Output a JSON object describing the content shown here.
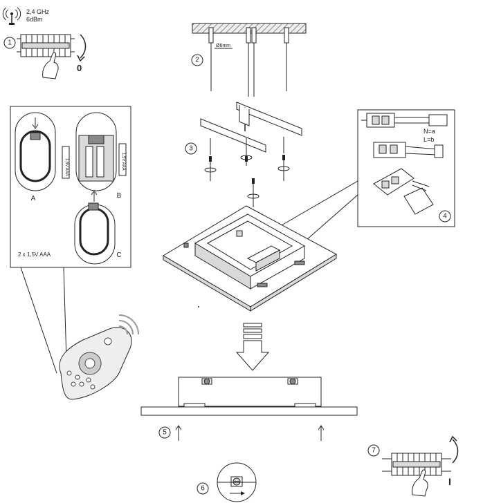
{
  "signal": {
    "frequency": "2,4 GHz",
    "power": "6dBm"
  },
  "steps": {
    "s1": "1",
    "s2": "2",
    "s3": "3",
    "s4": "4",
    "s5": "5",
    "s6": "6",
    "s7": "7"
  },
  "switch_off_symbol": "0",
  "switch_on_symbol": "I",
  "drill_diameter": "Ø6mm",
  "wiring": {
    "neutral": "N=a",
    "live": "L=b"
  },
  "remote_panel": {
    "view_a": "A",
    "view_b": "B",
    "view_c": "C",
    "battery_note": "2 x 1,5V AAA",
    "battery_label_left": "1,5V AAA",
    "battery_label_right": "1,5V AAA"
  },
  "icons": [
    "antenna-icon",
    "terminal-block-icon",
    "hand-icon",
    "rotate-arrow-icon",
    "screwdriver-icon",
    "down-arrow-icon"
  ],
  "colors": {
    "line": "#222222",
    "light_grey": "#d9d9d9",
    "mid_grey": "#888888",
    "background": "#ffffff"
  }
}
